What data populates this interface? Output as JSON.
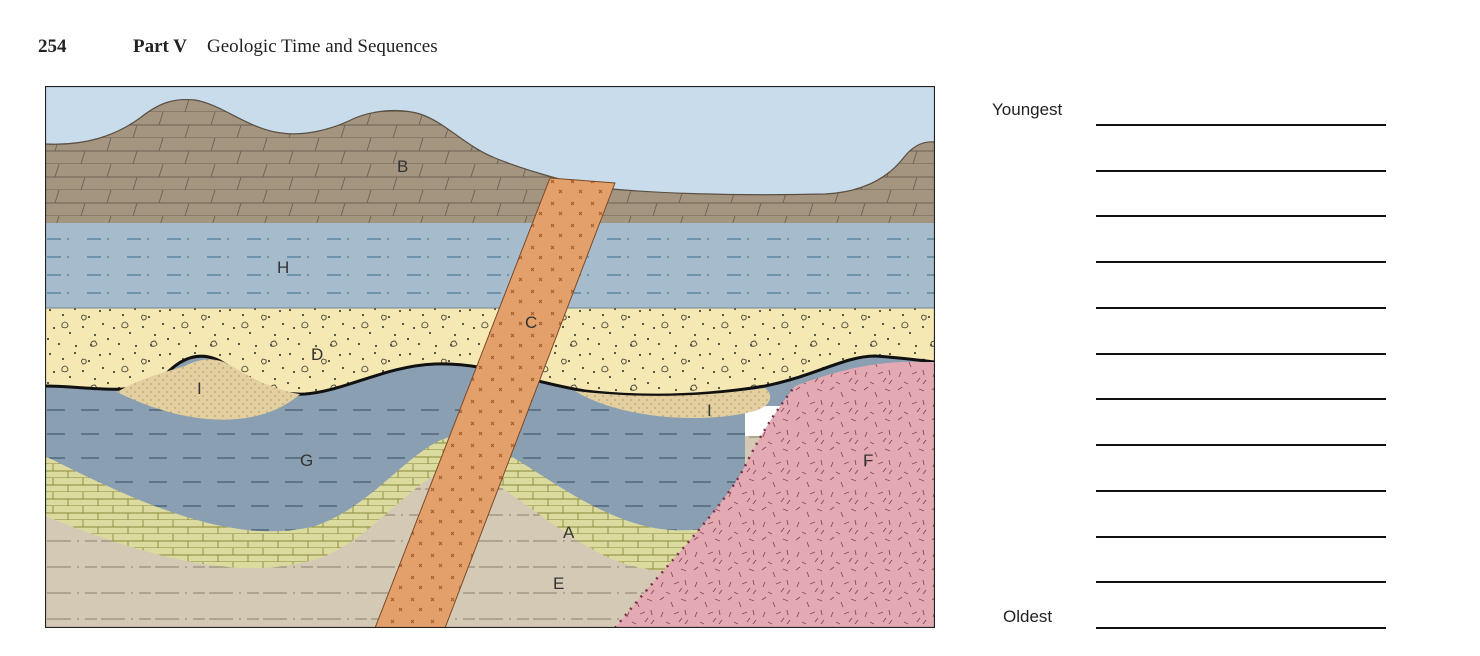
{
  "header": {
    "page_number": "254",
    "part": "Part V",
    "title": "Geologic Time and Sequences"
  },
  "figure": {
    "labels": {
      "B": "B",
      "H": "H",
      "C": "C",
      "D": "D",
      "I_left": "I",
      "I_right": "I",
      "G": "G",
      "F": "F",
      "A": "A",
      "E": "E"
    },
    "colors": {
      "sky": "#c9dcec",
      "B": "#a39580",
      "H": "#a6bccc",
      "D": "#f6e8b2",
      "I": "#e3cf9f",
      "G": "#8aa0b2",
      "A": "#dcdb9f",
      "E": "#d3c9b4",
      "F": "#e4aab3",
      "C": "#e3a06a",
      "contact": "#7a3045"
    }
  },
  "answer_sheet": {
    "youngest_label": "Youngest",
    "oldest_label": "Oldest",
    "line_count": 12
  }
}
